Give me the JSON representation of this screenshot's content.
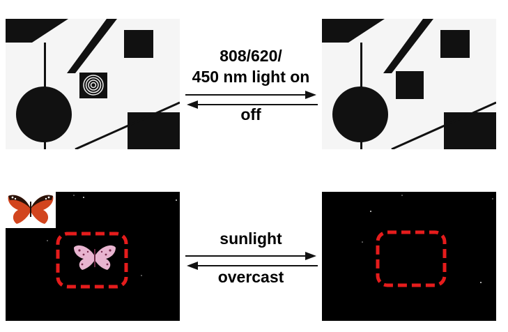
{
  "top": {
    "label_line1": "808/620/",
    "label_line2": "450 nm light on",
    "label_below": "off"
  },
  "bottom": {
    "label_above": "sunlight",
    "label_below": "overcast"
  },
  "colors": {
    "ink": "#111111",
    "paper": "#f4f4f4",
    "dash_frame": "#e51c1c",
    "butterfly_orange": "#d2451e",
    "butterfly_pattern": "#e8b4d0"
  }
}
